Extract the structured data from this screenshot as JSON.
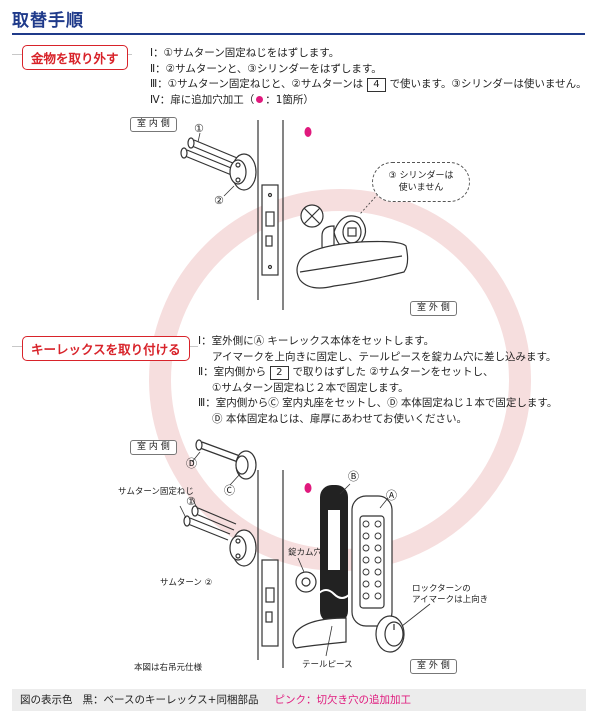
{
  "page": {
    "title": "取替手順"
  },
  "section1": {
    "label": "金物を取り外す",
    "steps": [
      "Ⅰ：①サムターン固定ねじをはずします。",
      "Ⅱ：②サムターンと、③シリンダーをはずします。"
    ],
    "step3_before": "Ⅲ：①サムターン固定ねじと、②サムターンは",
    "step3_box": "4",
    "step3_after": "で使います。③シリンダーは使いません。",
    "step4_before": "Ⅳ：扉に追加穴加工（",
    "step4_after": "：1箇所）",
    "room_inside": "室 内 側",
    "room_outside": "室 外 側",
    "cylinder_note_line1": "③ シリンダーは",
    "cylinder_note_line2": "使いません",
    "marker_1": "①",
    "marker_2": "②"
  },
  "section2": {
    "label": "キーレックスを取り付ける",
    "step1a": "Ⅰ：室外側にⒶ キーレックス本体をセットします。",
    "step1b": "アイマークを上向きに固定し、テールピースを錠カム穴に差し込みます。",
    "step2a_before": "Ⅱ：室内側から",
    "step2a_box": "2",
    "step2a_after": "で取りはずした ②サムターンをセットし、",
    "step2b": "①サムターン固定ねじ２本で固定します。",
    "step3a": "Ⅲ：室内側からⒸ 室内丸座をセットし、Ⓓ 本体固定ねじ１本で固定します。",
    "step3b": "Ⓓ 本体固定ねじは、扉厚にあわせてお使いください。",
    "room_inside": "室 内 側",
    "room_outside": "室 外 側",
    "label_thumb_screw": "サムターン固定ねじ",
    "label_thumbturn": "サムターン ②",
    "label_cam_hole": "錠カム穴",
    "label_tailpiece": "テールピース",
    "label_lockturn_line1": "ロックターンの",
    "label_lockturn_line2": "アイマークは上向き",
    "label_model": "本図は右吊元仕様",
    "marker_a": "Ⓐ",
    "marker_b": "Ⓑ",
    "marker_c": "Ⓒ",
    "marker_d": "Ⓓ",
    "marker_1": "①"
  },
  "footer": {
    "legend_title": "図の表示色",
    "legend_black": "黒：ベースのキーレックス+同梱部品",
    "legend_pink": "ピンク：切欠き穴の追加加工"
  },
  "colors": {
    "title_blue": "#1f3a8a",
    "section_red": "#d8232a",
    "highlight_pink": "#e0197d"
  }
}
